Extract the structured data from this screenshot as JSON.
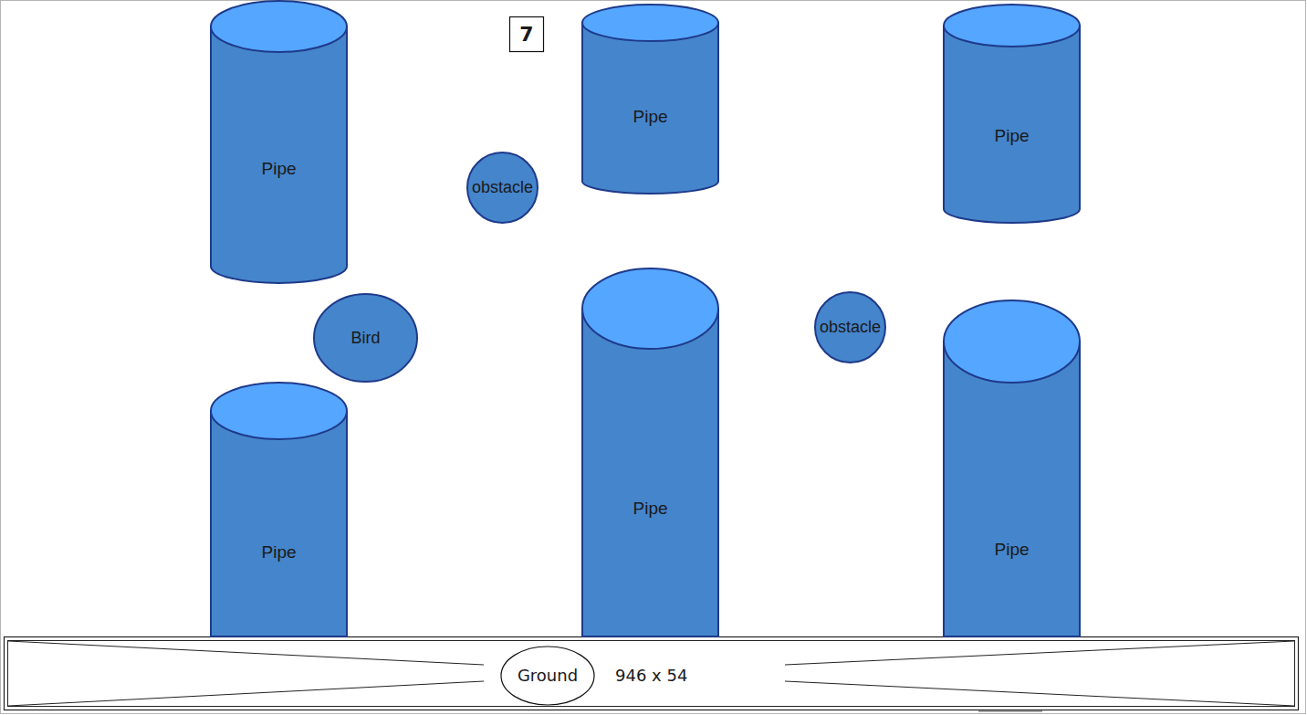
{
  "diagram": {
    "nodes": [
      {
        "text": [
          "Pipe"
        ]
      },
      {
        "text": [
          "7"
        ]
      },
      {
        "text": [
          "Pipe"
        ]
      },
      {
        "text": [
          "Pipe"
        ]
      },
      {
        "text": [
          "obstacle"
        ]
      },
      {
        "text": [
          "obstacle"
        ]
      },
      {
        "text": [
          "Bird"
        ]
      },
      {
        "text": [
          "Pipe"
        ]
      },
      {
        "text": [
          "Pipe"
        ]
      },
      {
        "text": [
          "Pipe"
        ]
      },
      {
        "text": [
          "Ground"
        ]
      }
    ],
    "labels": [
      "946 x 54"
    ]
  }
}
